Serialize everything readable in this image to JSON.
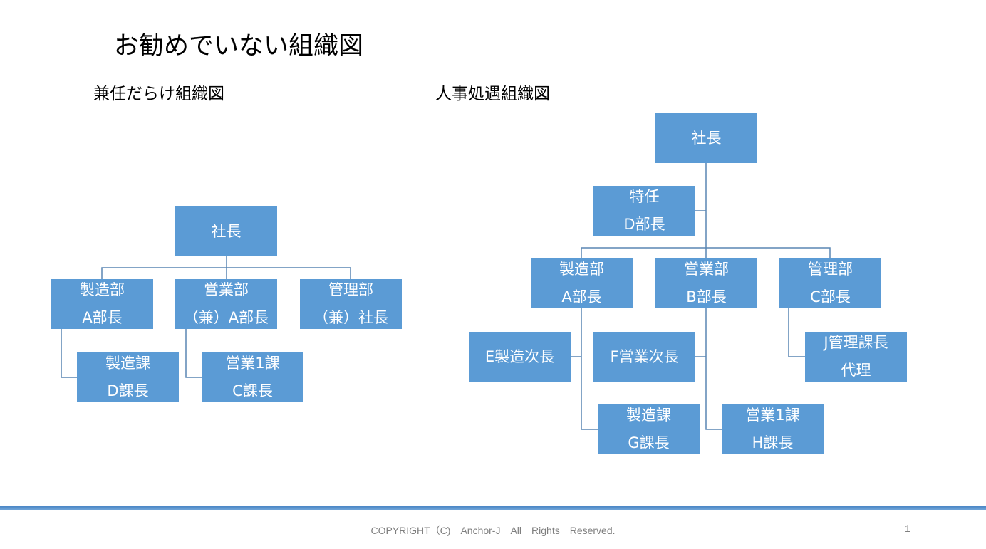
{
  "title": "お勧めでいない組織図",
  "left_chart": {
    "heading": "兼任だらけ組織図",
    "nodes": {
      "president": [
        "社長"
      ],
      "manufacturing": [
        "製造部",
        "A部長"
      ],
      "sales": [
        "営業部",
        "（兼）A部長"
      ],
      "admin": [
        "管理部",
        "（兼）社長"
      ],
      "mfg_section": [
        "製造課",
        "D課長"
      ],
      "sales_section": [
        "営業1課",
        "C課長"
      ]
    }
  },
  "right_chart": {
    "heading": "人事処遇組織図",
    "nodes": {
      "president": [
        "社長"
      ],
      "special": [
        "特任",
        "D部長"
      ],
      "manufacturing": [
        "製造部",
        "A部長"
      ],
      "sales": [
        "営業部",
        "B部長"
      ],
      "admin": [
        "管理部",
        "C部長"
      ],
      "mfg_deputy": [
        "E製造次長"
      ],
      "sales_deputy": [
        "F営業次長"
      ],
      "admin_deputy": [
        "J管理課長",
        "代理"
      ],
      "mfg_section": [
        "製造課",
        "G課長"
      ],
      "sales_section": [
        "営業1課",
        "H課長"
      ]
    }
  },
  "footer": {
    "copyright": "COPYRIGHT（C)　Anchor-J　All　Rights　Reserved.",
    "page_number": "1"
  },
  "colors": {
    "box": "#5B9BD5",
    "line": "#41719C"
  }
}
